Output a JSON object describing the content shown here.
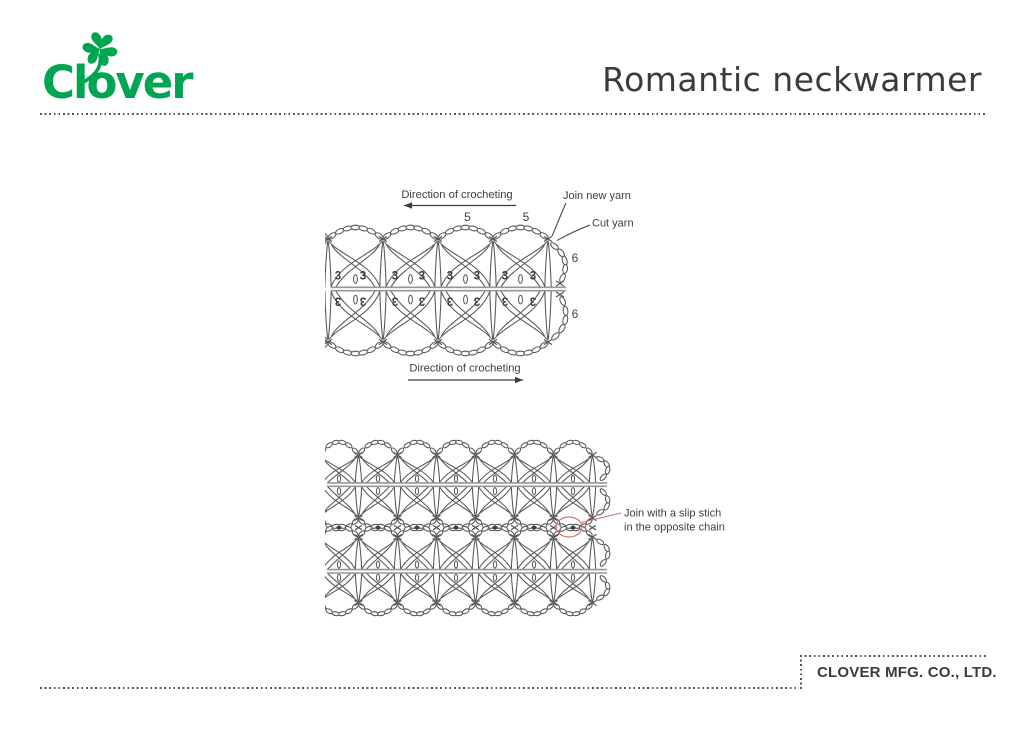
{
  "colors": {
    "logo_green": "#00a551",
    "diagram_ink": "#55565a",
    "text_dark": "#3c3d41",
    "annotation_red": "#d9706d",
    "foundation_gray": "#96979b"
  },
  "header": {
    "logo_text": "Clover",
    "title": "Romantic neckwarmer"
  },
  "diagram1": {
    "direction_top": "Direction of crocheting",
    "direction_bottom": "Direction of crocheting",
    "join_new_yarn": "Join new yarn",
    "cut_yarn": "Cut yarn",
    "top_chain_counts": [
      "5",
      "5"
    ],
    "stitch_counts_top": [
      "3",
      "3",
      "3",
      "3",
      "3",
      "3",
      "3",
      "3"
    ],
    "stitch_counts_bottom": [
      "3",
      "3",
      "3",
      "3",
      "3",
      "3",
      "3",
      "3"
    ],
    "edge_chain_counts": [
      "6",
      "6"
    ]
  },
  "diagram2": {
    "join_note_line1": "Join with a slip stich",
    "join_note_line2": "in the opposite chain"
  },
  "footer": {
    "company": "CLOVER MFG. CO., LTD."
  }
}
